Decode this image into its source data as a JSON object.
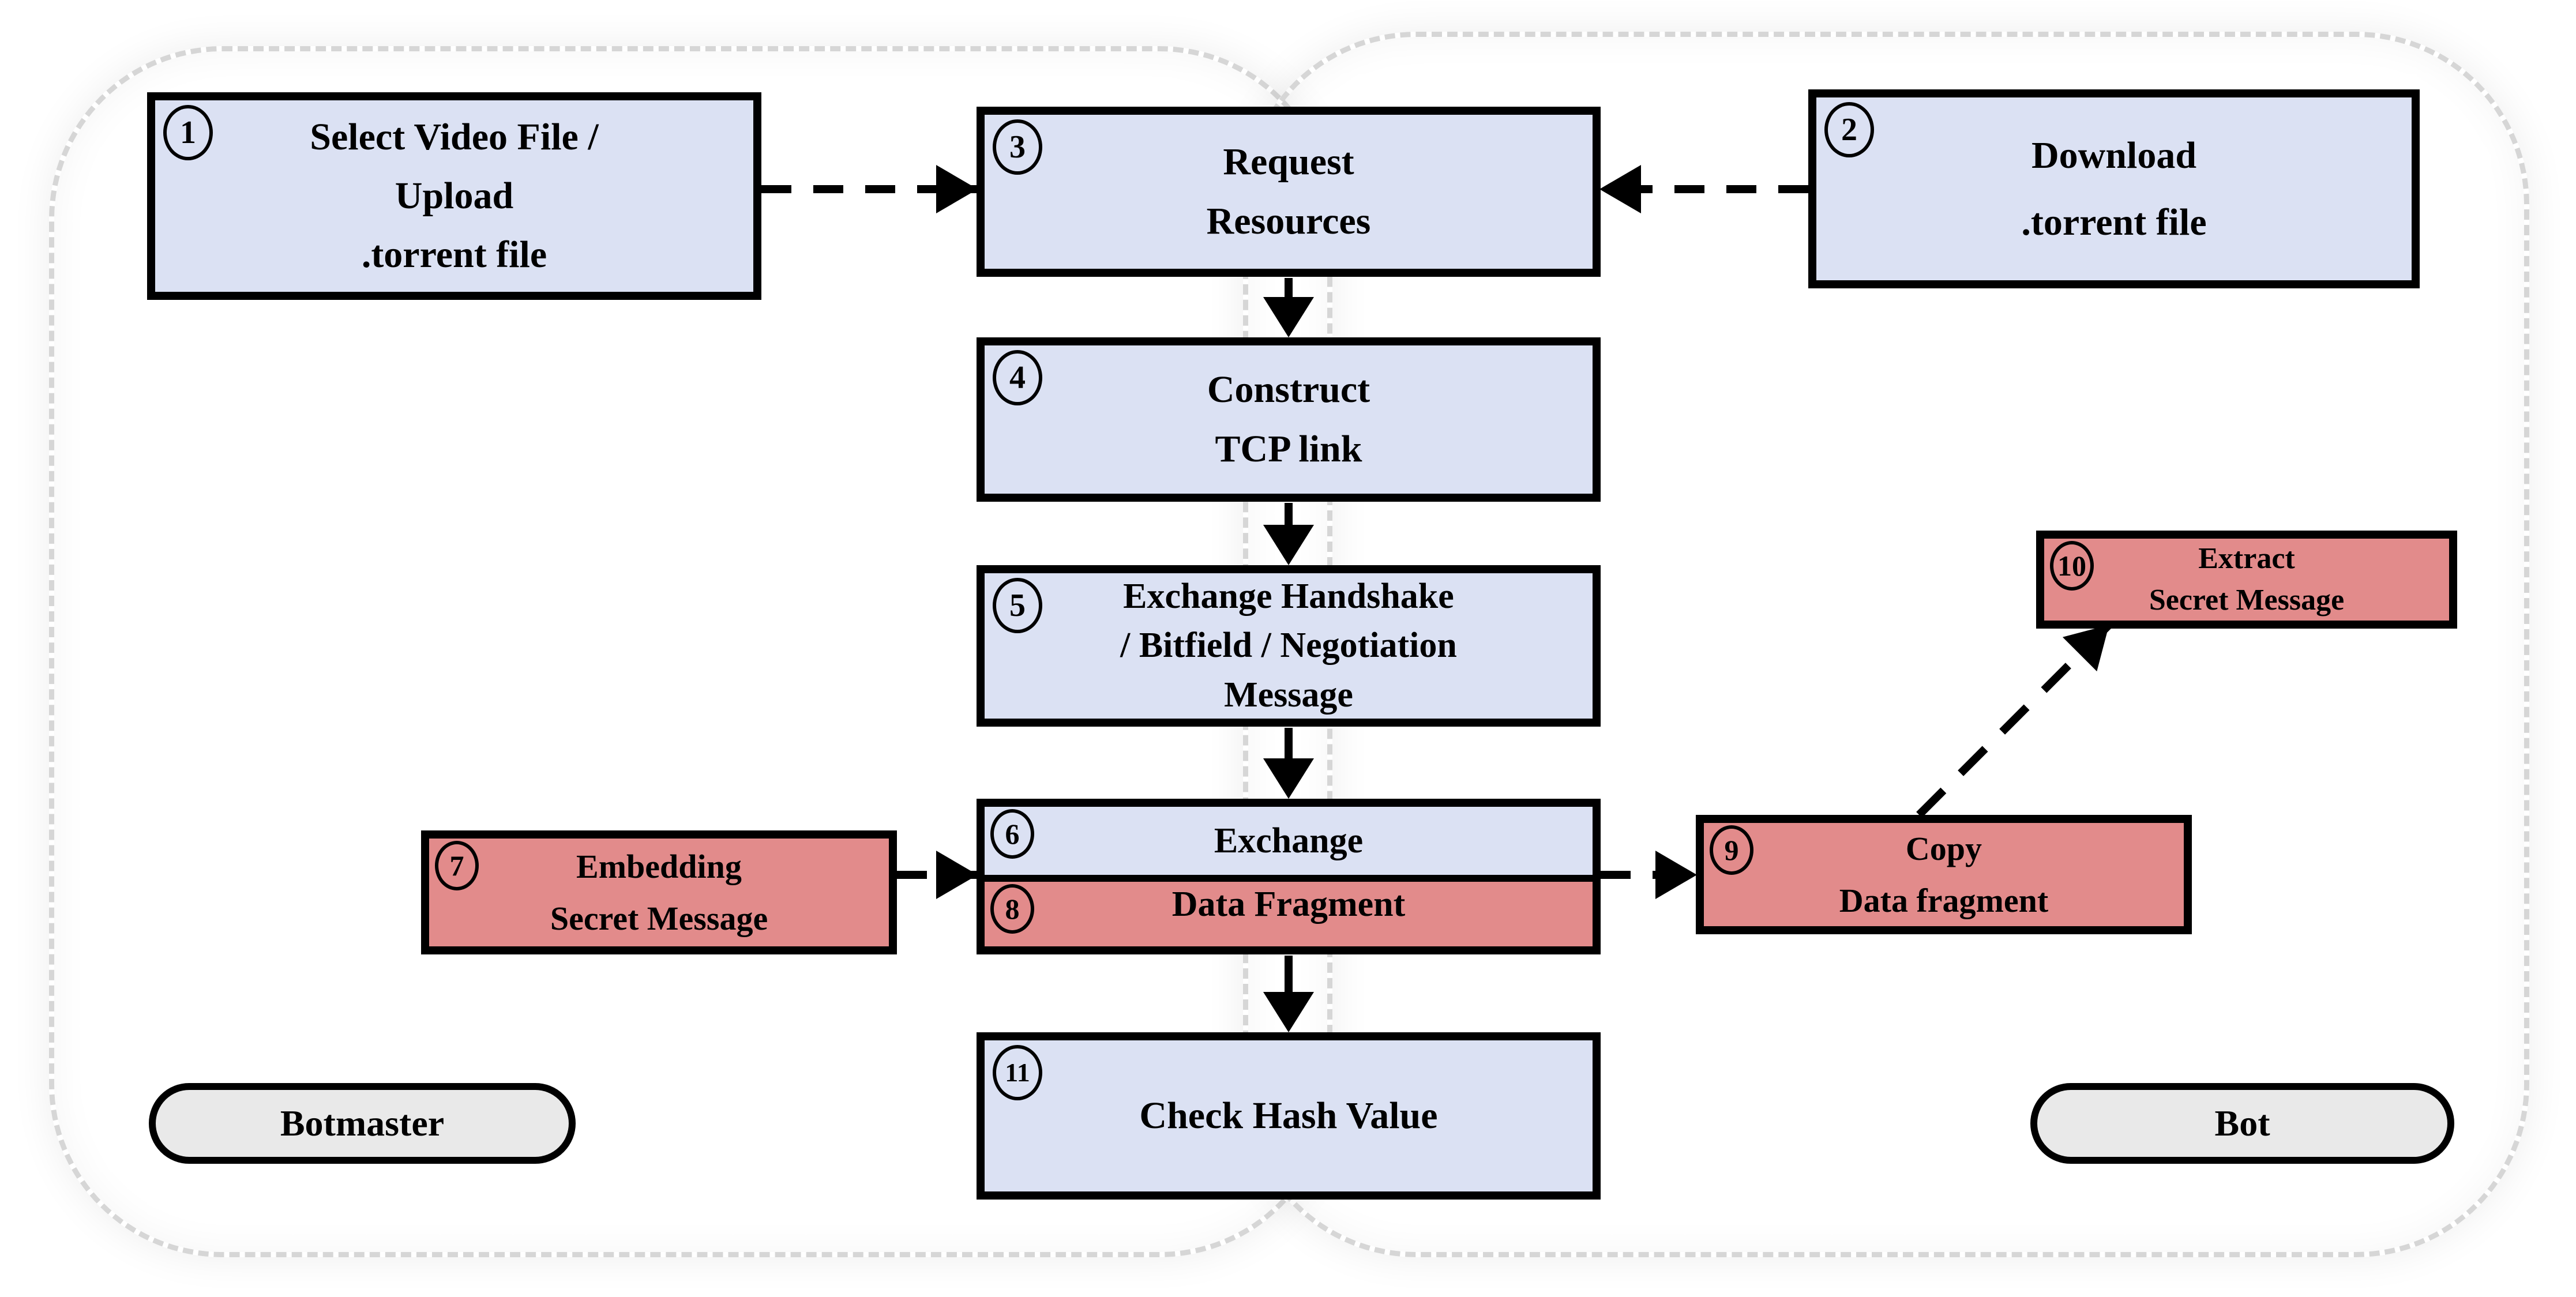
{
  "diagram": {
    "description": "BitTorrent-based covert channel workflow between Botmaster and Bot",
    "colors": {
      "process_fill": "#dbe1f3",
      "covert_step_fill": "#e28b8b",
      "actor_fill": "#e9e9e9",
      "line": "#000000",
      "region_border": "#d6d6d6",
      "background": "#ffffff"
    },
    "regions": [
      {
        "label": "Botmaster"
      },
      {
        "label": "Bot"
      }
    ],
    "steps": [
      {
        "num": "1",
        "lines": [
          "Select Video File /",
          "Upload",
          ".torrent file"
        ]
      },
      {
        "num": "2",
        "lines": [
          "Download",
          ".torrent file"
        ]
      },
      {
        "num": "3",
        "lines": [
          "Request",
          "Resources"
        ]
      },
      {
        "num": "4",
        "lines": [
          "Construct",
          "TCP link"
        ]
      },
      {
        "num": "5",
        "lines": [
          "Exchange Handshake",
          "/ Bitfield / Negotiation",
          "Message"
        ]
      },
      {
        "num": "6",
        "lines": [
          "Exchange"
        ]
      },
      {
        "num": "7",
        "lines": [
          "Embedding",
          "Secret Message"
        ]
      },
      {
        "num": "8",
        "lines": [
          "Data Fragment"
        ]
      },
      {
        "num": "9",
        "lines": [
          "Copy",
          "Data fragment"
        ]
      },
      {
        "num": "10",
        "lines": [
          "Extract",
          "Secret Message"
        ]
      },
      {
        "num": "11",
        "lines": [
          "Check Hash Value"
        ]
      }
    ]
  }
}
